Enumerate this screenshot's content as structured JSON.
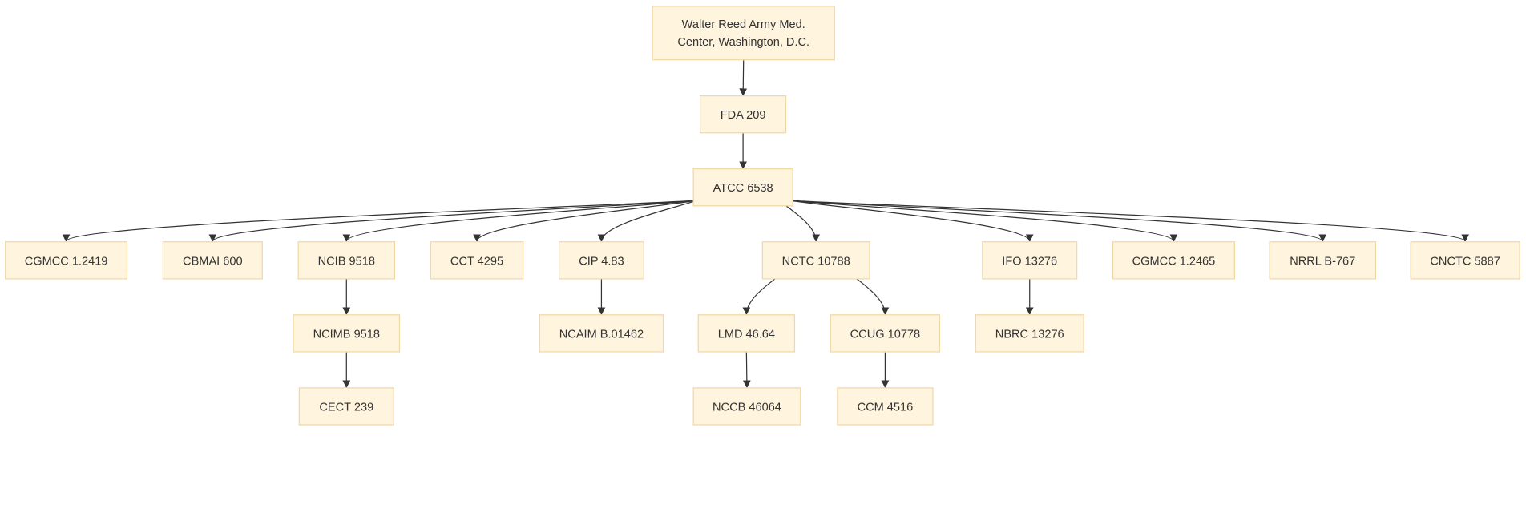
{
  "diagram": {
    "colors": {
      "node_fill": "#fff4de",
      "node_border": "#f2d7a6",
      "edge": "#333333",
      "text": "#333333"
    },
    "nodes": {
      "walter_reed": "Walter Reed Army Med.\nCenter, Washington, D.C.",
      "fda_209": "FDA 209",
      "atcc_6538": "ATCC 6538",
      "cgmcc_1_2419": "CGMCC 1.2419",
      "cbmai_600": "CBMAI 600",
      "ncib_9518": "NCIB 9518",
      "cct_4295": "CCT 4295",
      "cip_4_83": "CIP 4.83",
      "nctc_10788": "NCTC 10788",
      "ifo_13276": "IFO 13276",
      "cgmcc_1_2465": "CGMCC 1.2465",
      "nrrl_b_767": "NRRL B-767",
      "cnctc_5887": "CNCTC 5887",
      "ncimb_9518": "NCIMB 9518",
      "ncaim_b_01462": "NCAIM B.01462",
      "lmd_46_64": "LMD 46.64",
      "ccug_10778": "CCUG 10778",
      "nbrc_13276": "NBRC 13276",
      "cect_239": "CECT 239",
      "nccb_46064": "NCCB 46064",
      "ccm_4516": "CCM 4516"
    },
    "edges": [
      [
        "walter_reed",
        "fda_209"
      ],
      [
        "fda_209",
        "atcc_6538"
      ],
      [
        "atcc_6538",
        "cgmcc_1_2419"
      ],
      [
        "atcc_6538",
        "cbmai_600"
      ],
      [
        "atcc_6538",
        "ncib_9518"
      ],
      [
        "atcc_6538",
        "cct_4295"
      ],
      [
        "atcc_6538",
        "cip_4_83"
      ],
      [
        "atcc_6538",
        "nctc_10788"
      ],
      [
        "atcc_6538",
        "ifo_13276"
      ],
      [
        "atcc_6538",
        "cgmcc_1_2465"
      ],
      [
        "atcc_6538",
        "nrrl_b_767"
      ],
      [
        "atcc_6538",
        "cnctc_5887"
      ],
      [
        "ncib_9518",
        "ncimb_9518"
      ],
      [
        "cip_4_83",
        "ncaim_b_01462"
      ],
      [
        "nctc_10788",
        "lmd_46_64"
      ],
      [
        "nctc_10788",
        "ccug_10778"
      ],
      [
        "ifo_13276",
        "nbrc_13276"
      ],
      [
        "ncimb_9518",
        "cect_239"
      ],
      [
        "lmd_46_64",
        "nccb_46064"
      ],
      [
        "ccug_10778",
        "ccm_4516"
      ]
    ]
  }
}
